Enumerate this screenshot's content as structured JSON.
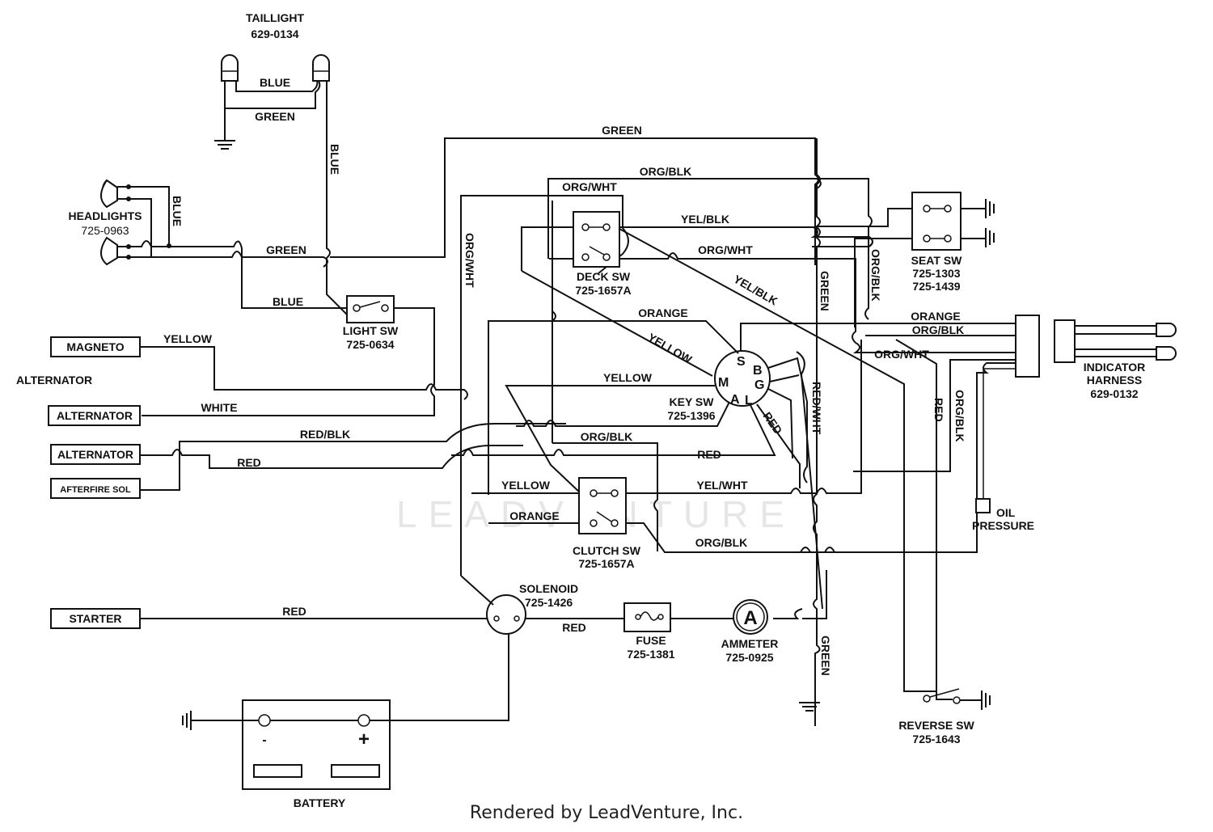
{
  "components": {
    "taillight": {
      "name": "TAILLIGHT",
      "part": "629-0134"
    },
    "headlights": {
      "name": "HEADLIGHTS",
      "part": "725-0963"
    },
    "light_sw": {
      "name": "LIGHT SW",
      "part": "725-0634"
    },
    "deck_sw": {
      "name": "DECK SW",
      "part": "725-1657A"
    },
    "seat_sw": {
      "name": "SEAT SW",
      "part": "725-1303",
      "part2": "725-1439"
    },
    "key_sw": {
      "name": "KEY SW",
      "part": "725-1396",
      "terminals": [
        "S",
        "B",
        "G",
        "L",
        "A",
        "M"
      ]
    },
    "clutch_sw": {
      "name": "CLUTCH SW",
      "part": "725-1657A"
    },
    "indicator_harness": {
      "name": "INDICATOR",
      "name2": "HARNESS",
      "part": "629-0132"
    },
    "oil_pressure": {
      "name": "OIL",
      "name2": "PRESSURE"
    },
    "solenoid": {
      "name": "SOLENOID",
      "part": "725-1426"
    },
    "fuse": {
      "name": "FUSE",
      "part": "725-1381"
    },
    "ammeter": {
      "name": "AMMETER",
      "part": "725-0925",
      "symbol": "A"
    },
    "reverse_sw": {
      "name": "REVERSE SW",
      "part": "725-1643"
    },
    "battery": {
      "name": "BATTERY",
      "neg": "-",
      "pos": "+"
    },
    "magneto": {
      "name": "MAGNETO"
    },
    "alternator_heading": "ALTERNATOR",
    "alternator1": {
      "name": "ALTERNATOR"
    },
    "alternator2": {
      "name": "ALTERNATOR"
    },
    "afterfire_sol": {
      "name": "AFTERFIRE SOL"
    },
    "starter": {
      "name": "STARTER"
    }
  },
  "wires": {
    "tail_blue": "BLUE",
    "tail_green": "GREEN",
    "tail_blue_vert": "BLUE",
    "head_blue_vert": "BLUE",
    "head_green": "GREEN",
    "top_green": "GREEN",
    "top_orgblk": "ORG/BLK",
    "top_orgwht": "ORG/WHT",
    "orgwht_vert": "ORG/WHT",
    "deck_yelblk": "YEL/BLK",
    "deck_orgwht": "ORG/WHT",
    "diag_yelblk": "YEL/BLK",
    "green_vert": "GREEN",
    "orgblk_vert": "ORG/BLK",
    "light_blue": "BLUE",
    "orange_key": "ORANGE",
    "diag_yellow": "YELLOW",
    "yellow_m": "YELLOW",
    "magneto_yellow": "YELLOW",
    "alt_white": "WHITE",
    "redblk": "RED/BLK",
    "red_alt": "RED",
    "orgblk_mid": "ORG/BLK",
    "red_mid": "RED",
    "red_diag": "RED",
    "redwht_vert": "RED/WHT",
    "ind_orange": "ORANGE",
    "ind_orgblk": "ORG/BLK",
    "ind_orgwht": "ORG/WHT",
    "red_vert_right": "RED",
    "orgblk_vert_right": "ORG/BLK",
    "clutch_yellow": "YELLOW",
    "clutch_yelwht": "YEL/WHT",
    "clutch_orange": "ORANGE",
    "clutch_orgblk": "ORG/BLK",
    "starter_red": "RED",
    "solenoid_red": "RED",
    "ground_green": "GREEN"
  },
  "watermark": "LEADVENTURE",
  "footer": "Rendered by LeadVenture, Inc."
}
